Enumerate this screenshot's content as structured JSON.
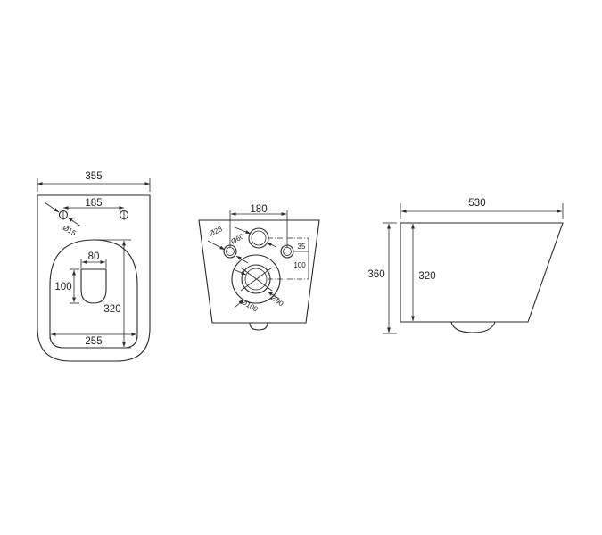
{
  "diagram": {
    "type": "technical-drawing",
    "subject": "wall-hung toilet dimensions",
    "units": "mm",
    "views": [
      {
        "id": "top-view",
        "dimensions": {
          "overall_width": "355",
          "hole_spacing": "185",
          "hole_diameter": "Ø15",
          "inner_bowl_length": "320",
          "inner_bowl_width": "255",
          "outlet_width": "80",
          "outlet_length": "100"
        }
      },
      {
        "id": "rear-view",
        "dimensions": {
          "bolt_spacing": "180",
          "bolt_hole_diameter": "Ø28",
          "inlet_diameter": "Ø60",
          "inlet_offset": "35",
          "outlet_offset": "100",
          "outlet_inner_diameter": "Ø90",
          "outlet_outer_diameter": "Ø100"
        }
      },
      {
        "id": "side-view",
        "dimensions": {
          "overall_depth": "530",
          "overall_height": "360",
          "body_height": "320"
        }
      }
    ]
  }
}
